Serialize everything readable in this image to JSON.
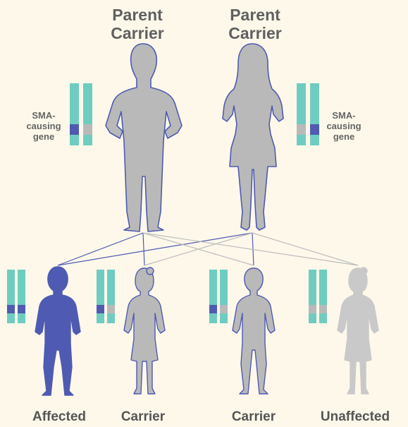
{
  "colors": {
    "background": "#fdf8ea",
    "chromosome": "#6ecdc0",
    "sma_gene": "#4f5bb2",
    "normal_gene": "#b9b9b9",
    "affected_figure": "#4f5bb2",
    "carrier_figure": "#b9b9b9",
    "outline": "#4f5bb2",
    "unaffected_figure": "#c9c9c9"
  },
  "parents": [
    {
      "title_line1": "Parent",
      "title_line2": "Carrier",
      "gene_label_1": "SMA-",
      "gene_label_2": "causing",
      "gene_label_3": "gene"
    },
    {
      "title_line1": "Parent",
      "title_line2": "Carrier",
      "gene_label_1": "SMA-",
      "gene_label_2": "causing",
      "gene_label_3": "gene"
    }
  ],
  "children": [
    {
      "label": "Affected",
      "genes": [
        "sma",
        "sma"
      ]
    },
    {
      "label": "Carrier",
      "genes": [
        "sma",
        "normal"
      ]
    },
    {
      "label": "Carrier",
      "genes": [
        "sma",
        "normal"
      ]
    },
    {
      "label": "Unaffected",
      "genes": [
        "normal",
        "normal"
      ]
    }
  ]
}
